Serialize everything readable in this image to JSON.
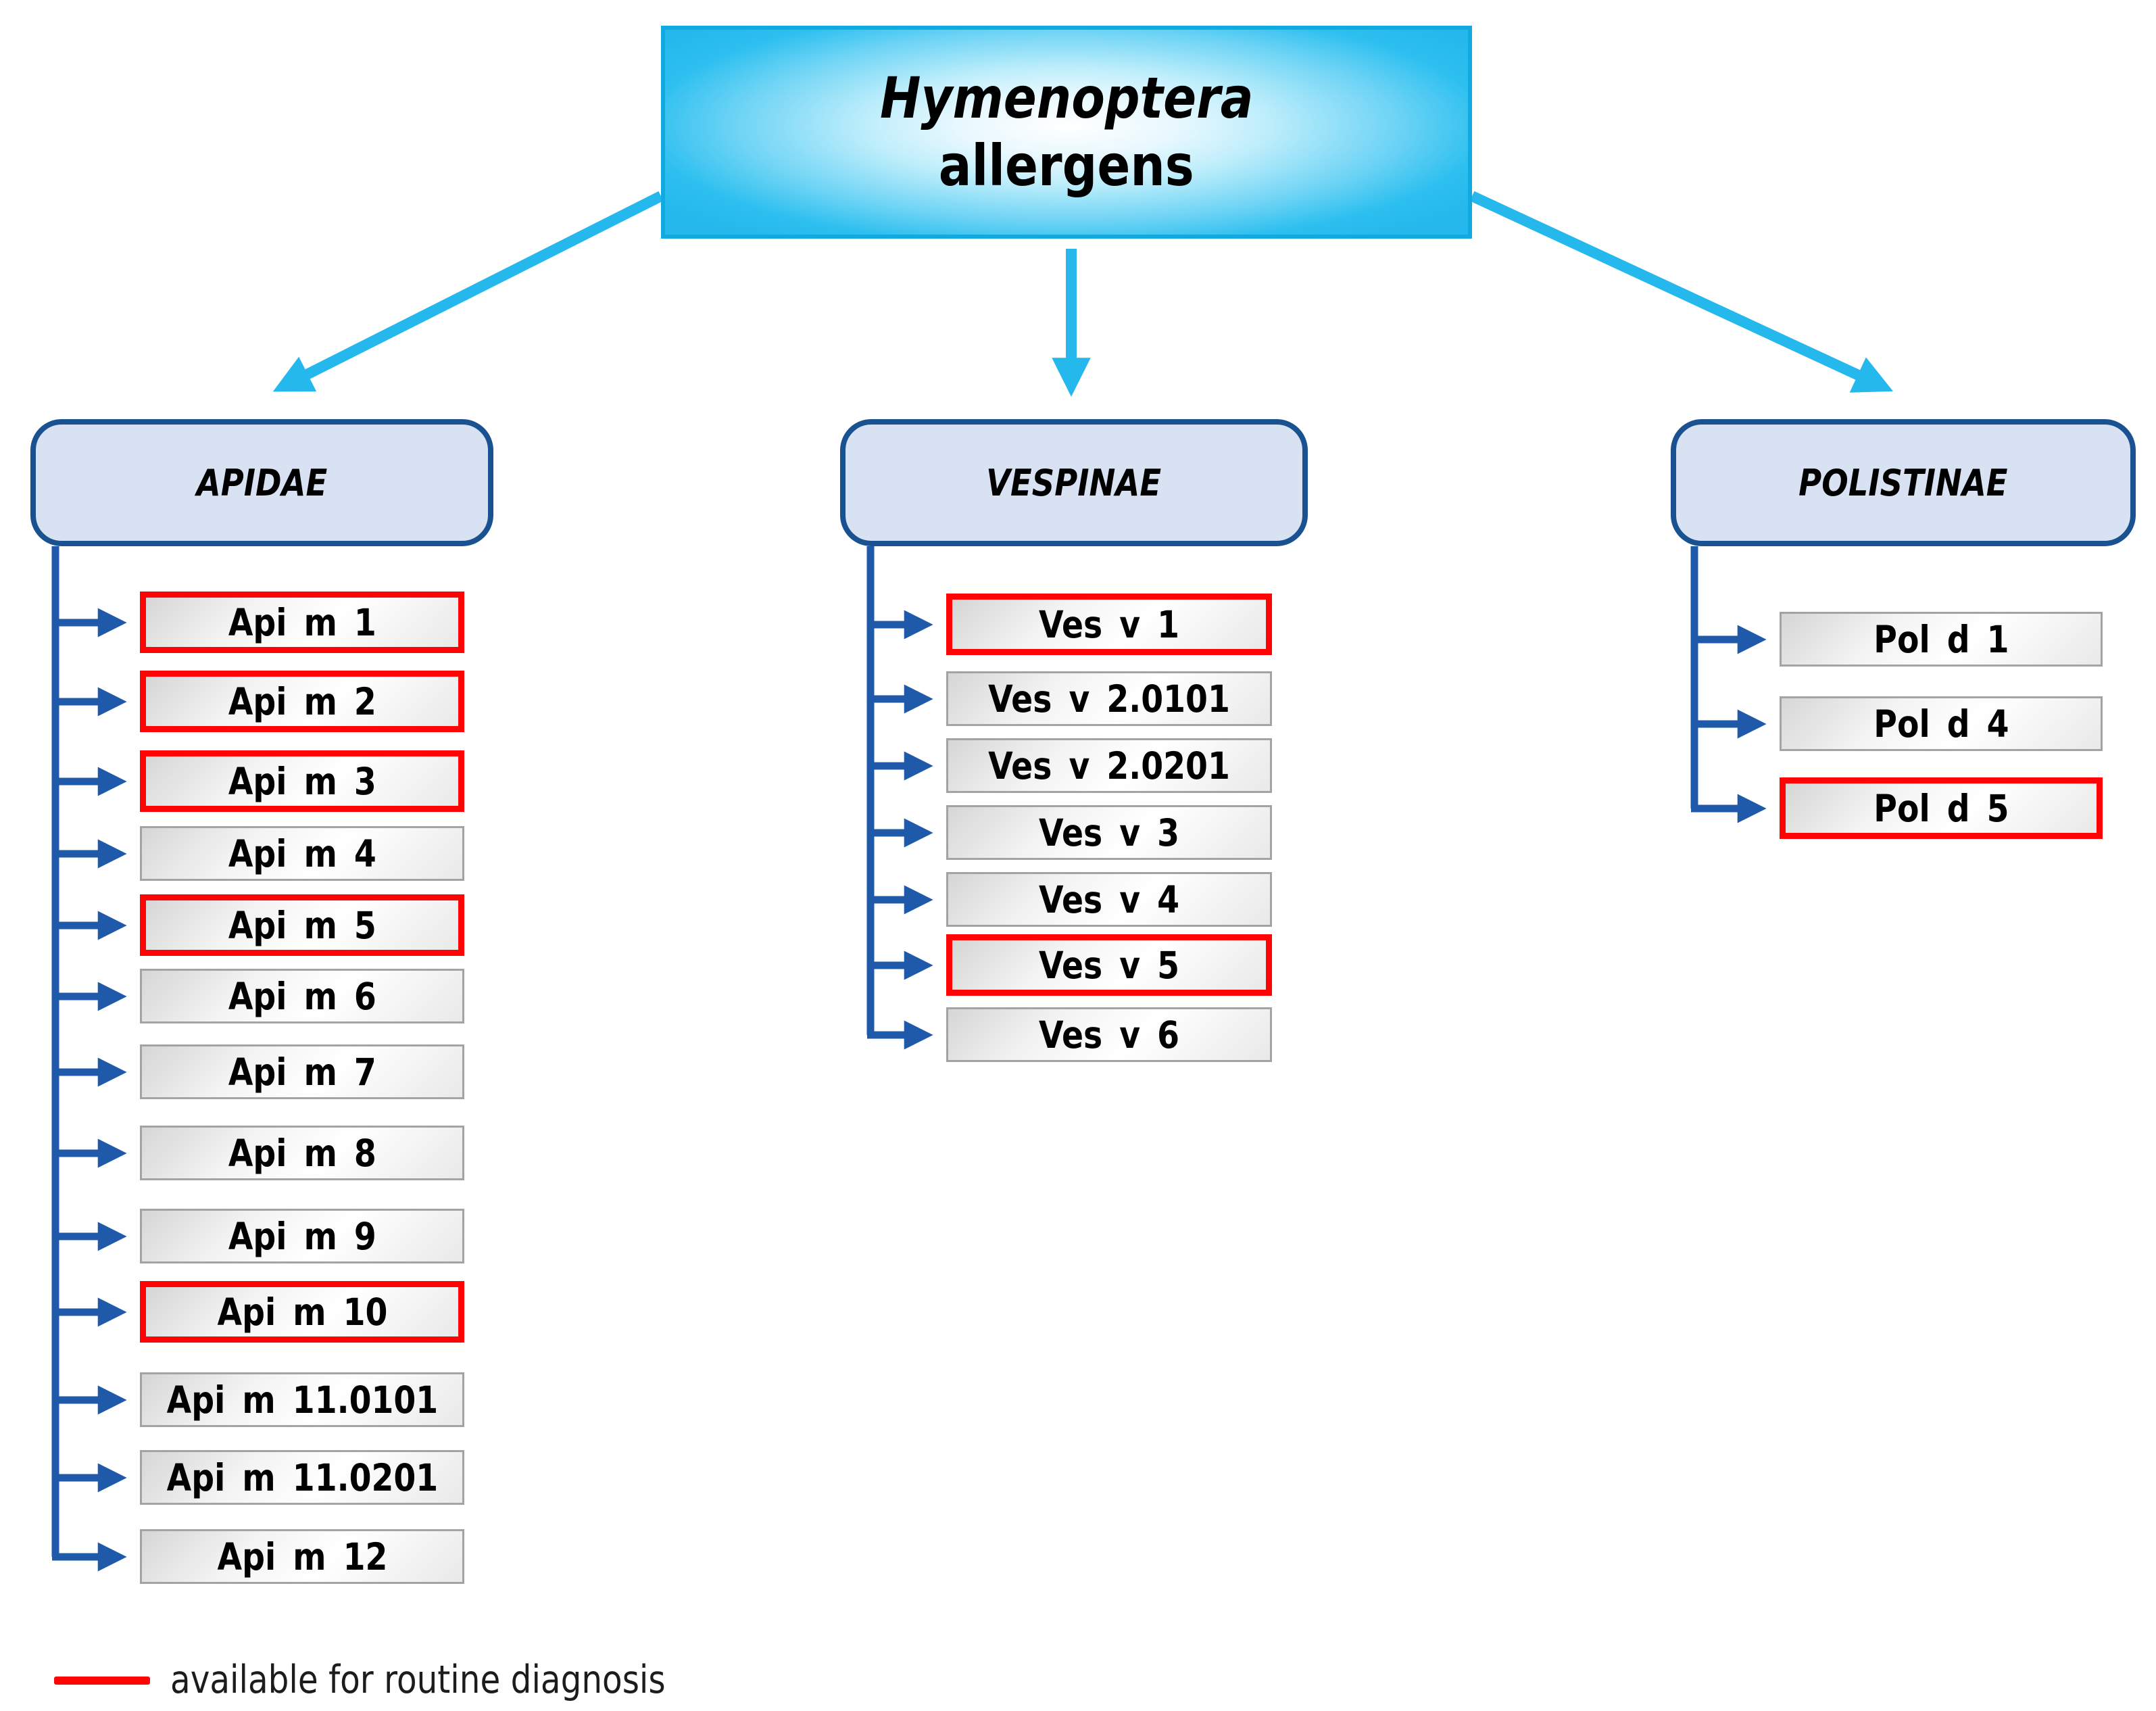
{
  "title": {
    "line1": "Hymenoptera",
    "line2": "allergens"
  },
  "families": [
    {
      "name": "APIDAE",
      "items": [
        {
          "label": "Api m 1",
          "available": true
        },
        {
          "label": "Api m 2",
          "available": true
        },
        {
          "label": "Api m 3",
          "available": true
        },
        {
          "label": "Api m 4",
          "available": false
        },
        {
          "label": "Api m 5",
          "available": true
        },
        {
          "label": "Api m 6",
          "available": false
        },
        {
          "label": "Api m 7",
          "available": false
        },
        {
          "label": "Api m 8",
          "available": false
        },
        {
          "label": "Api m 9",
          "available": false
        },
        {
          "label": "Api m 10",
          "available": true
        },
        {
          "label": "Api m 11.0101",
          "available": false
        },
        {
          "label": "Api m 11.0201",
          "available": false
        },
        {
          "label": "Api m 12",
          "available": false
        }
      ]
    },
    {
      "name": "VESPINAE",
      "items": [
        {
          "label": "Ves v 1",
          "available": true
        },
        {
          "label": "Ves v 2.0101",
          "available": false
        },
        {
          "label": "Ves v 2.0201",
          "available": false
        },
        {
          "label": "Ves v 3",
          "available": false
        },
        {
          "label": "Ves v 4",
          "available": false
        },
        {
          "label": "Ves v 5",
          "available": true
        },
        {
          "label": "Ves v 6",
          "available": false
        }
      ]
    },
    {
      "name": "POLISTINAE",
      "items": [
        {
          "label": "Pol d 1",
          "available": false
        },
        {
          "label": "Pol d 4",
          "available": false
        },
        {
          "label": "Pol d 5",
          "available": true
        }
      ]
    }
  ],
  "legend": {
    "label": "available for routine diagnosis"
  },
  "colors": {
    "highlight_border": "#fe0505",
    "item_border": "#a3a3a3",
    "family_fill": "#d9e2f3",
    "family_border": "#1a5291",
    "connector_blue": "#1e5aa9",
    "arrow_cyan": "#25b8ec",
    "title_border": "#10a9e0",
    "text": "#000000"
  }
}
